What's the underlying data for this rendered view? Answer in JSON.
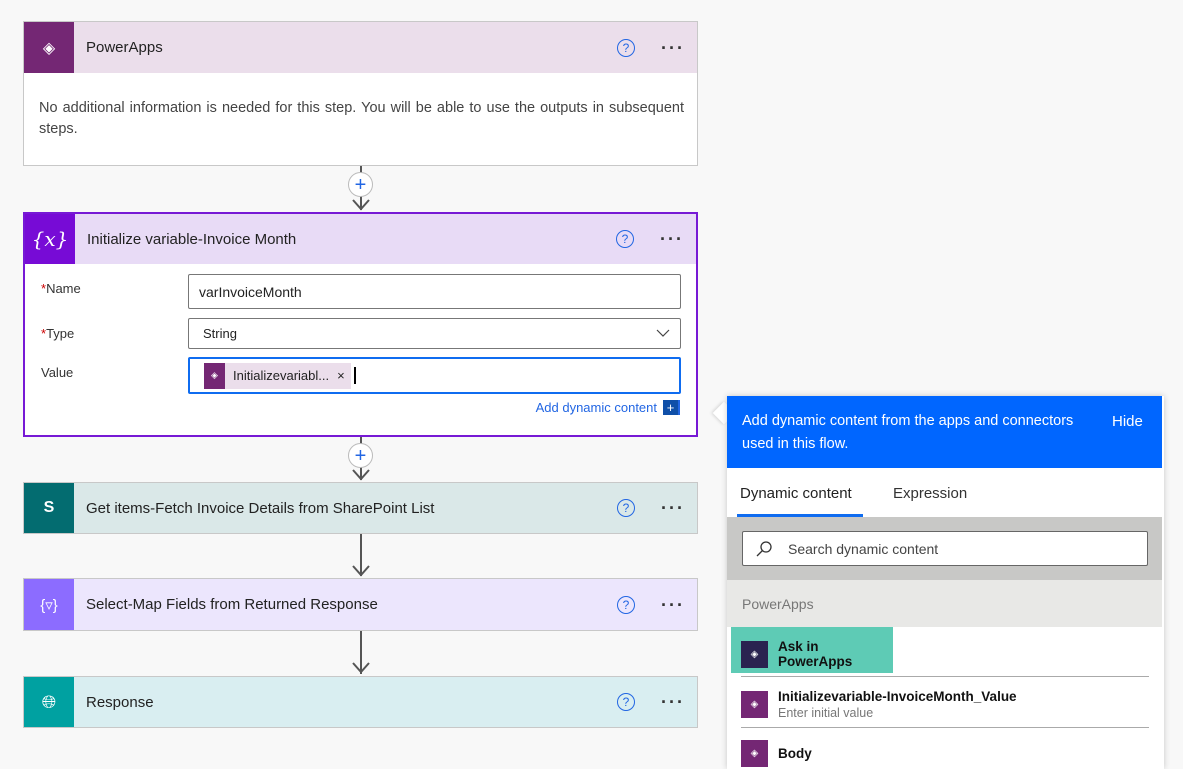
{
  "steps": [
    {
      "title": "PowerApps",
      "body": "No additional information is needed for this step. You will be able to use the outputs in subsequent steps.",
      "icon": "powerapps-icon",
      "color": "#742774",
      "header_bg": "#ebdeeb"
    },
    {
      "title": "Initialize variable-Invoice Month",
      "icon": "variable-icon",
      "color": "#770bd6",
      "header_bg": "#e8dbf6",
      "fields": {
        "name_label": "Name",
        "name_value": "varInvoiceMonth",
        "type_label": "Type",
        "type_value": "String",
        "value_label": "Value",
        "token": "Initializevariabl...",
        "token_close": "×",
        "add_dynamic": "Add dynamic content",
        "add_plus": "+",
        "required_mark": "*"
      }
    },
    {
      "title": "Get items-Fetch Invoice Details from SharePoint List",
      "icon": "sharepoint-icon",
      "color": "#036c70",
      "header_bg": "#dae8e8"
    },
    {
      "title": "Select-Map Fields from Returned Response",
      "icon": "select-icon",
      "color": "#8c6cff",
      "header_bg": "#ece6fd"
    },
    {
      "title": "Response",
      "icon": "response-icon",
      "color": "#00a1a1",
      "header_bg": "#d9eef1"
    }
  ],
  "help_glyph": "?",
  "more_glyph": "···",
  "plus_glyph": "+",
  "panel": {
    "info": "Add dynamic content from the apps and connectors used in this flow.",
    "hide": "Hide",
    "tabs": [
      "Dynamic content",
      "Expression"
    ],
    "search_placeholder": "Search dynamic content",
    "section": "PowerApps",
    "items": [
      {
        "title": "Ask in PowerApps"
      },
      {
        "title": "Initializevariable-InvoiceMonth_Value",
        "subtitle": "Enter initial value"
      },
      {
        "title": "Body"
      }
    ],
    "accent": "#0066ff"
  }
}
